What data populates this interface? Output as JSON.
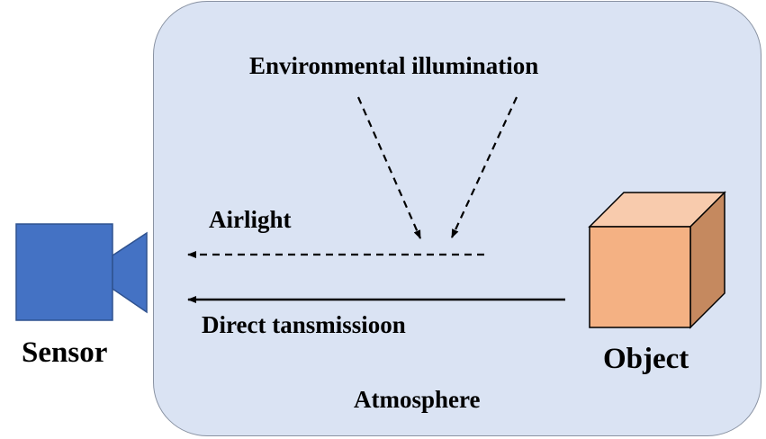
{
  "labels": {
    "environmental_illumination": "Environmental illumination",
    "airlight": "Airlight",
    "direct_transmission": "Direct tansmissioon",
    "sensor": "Sensor",
    "object": "Object",
    "atmosphere": "Atmosphere"
  },
  "colors": {
    "atmosphere_fill": "#dae3f3",
    "sensor_fill": "#4472c4",
    "cube_front": "#f4b183",
    "cube_top": "#f8cbad",
    "cube_side": "#c5895f"
  }
}
